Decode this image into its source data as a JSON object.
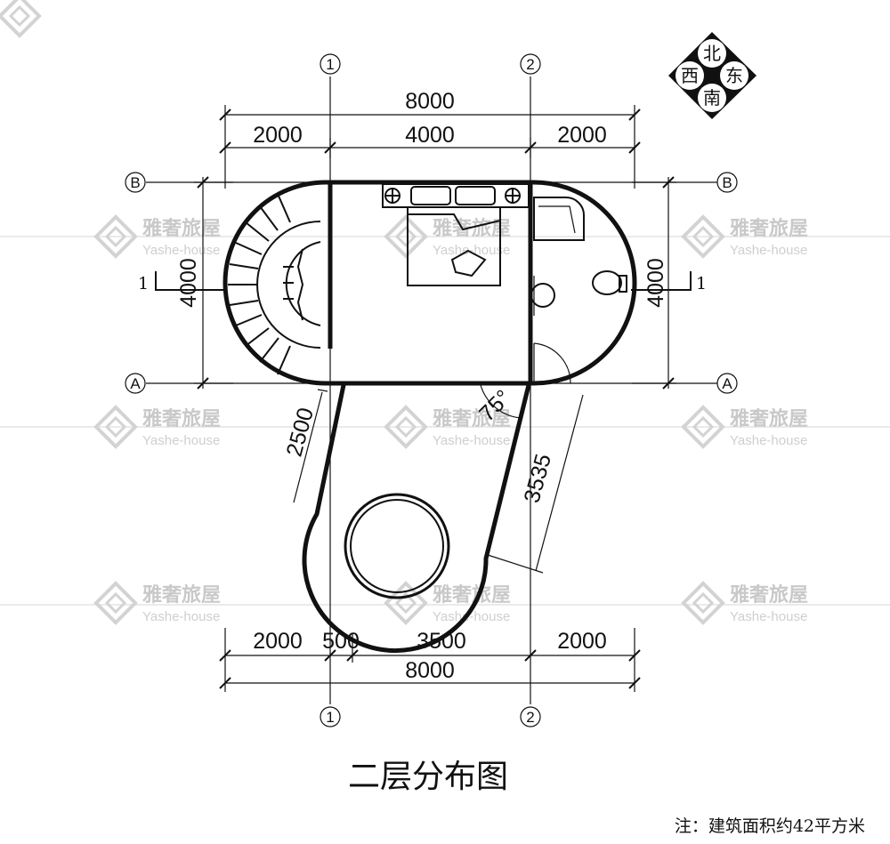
{
  "title": "二层分布图",
  "note": "注：建筑面积约42平方米",
  "compass": {
    "north": "北",
    "east": "东",
    "south": "南",
    "west": "西"
  },
  "axes": {
    "col1": "1",
    "col2": "2",
    "rowA": "A",
    "rowB": "B"
  },
  "section_marks": {
    "left": "1",
    "right": "1"
  },
  "dimensions": {
    "top_total": "8000",
    "top_left": "2000",
    "top_mid": "4000",
    "top_right": "2000",
    "left_height": "4000",
    "right_height": "4000",
    "wing_width": "2500",
    "wing_length": "3535",
    "angle": "75°",
    "bottom_left": "2000",
    "bottom_small": "500",
    "bottom_mid": "3500",
    "bottom_right": "2000",
    "bottom_total": "8000"
  },
  "watermark": {
    "cn": "雅奢旅屋",
    "en": "Yashe-house"
  }
}
